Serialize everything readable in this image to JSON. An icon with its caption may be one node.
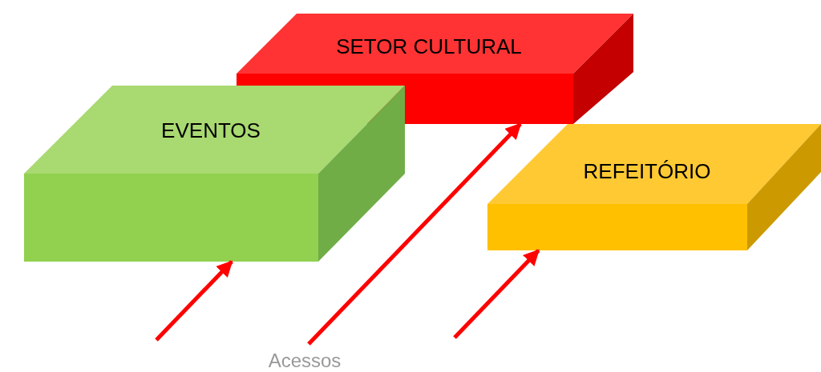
{
  "diagram": {
    "nodes": [
      {
        "text": [
          "SETOR CULTURAL"
        ]
      },
      {
        "text": [
          "EVENTOS"
        ]
      },
      {
        "text": [
          "REFEITÓRIO"
        ]
      }
    ],
    "edges": [
      {
        "from": null,
        "to": 1,
        "arrow": "to"
      },
      {
        "from": null,
        "to": 0,
        "arrow": "to"
      },
      {
        "from": null,
        "to": 2,
        "arrow": "to"
      }
    ],
    "labels": [
      "Acessos"
    ]
  }
}
